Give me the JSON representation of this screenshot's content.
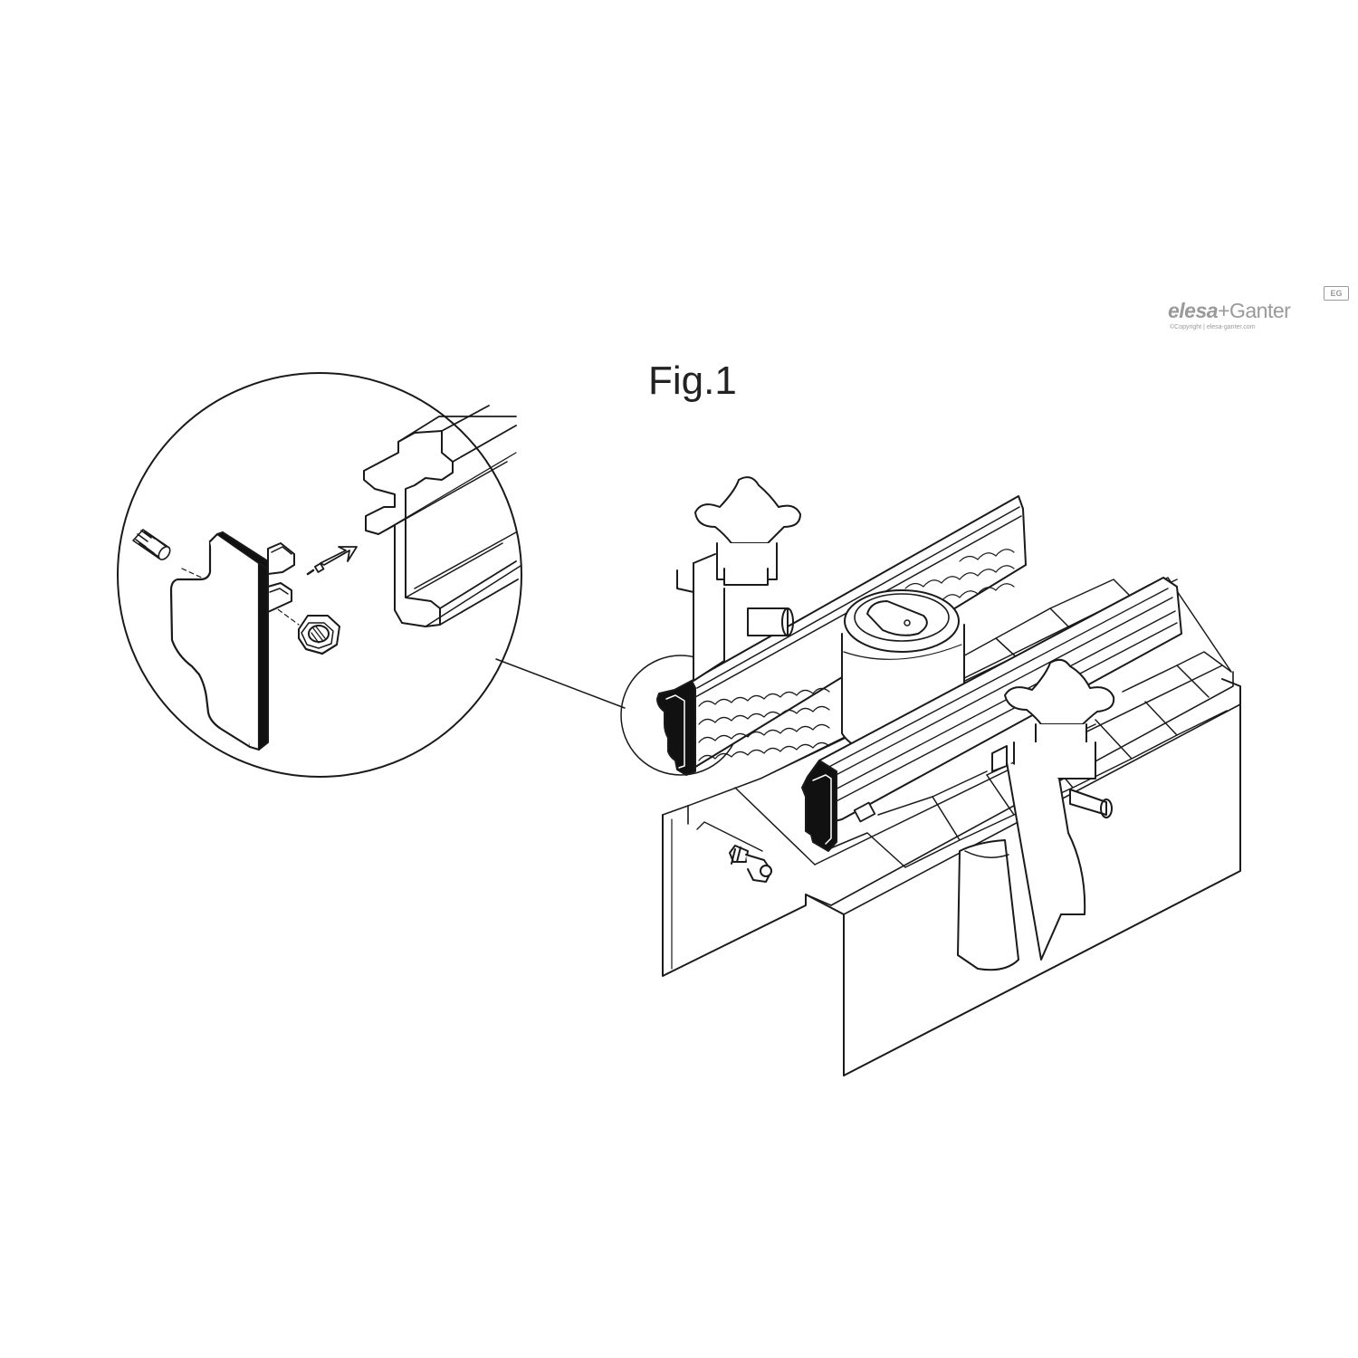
{
  "figure": {
    "title": "Fig.1"
  },
  "logo": {
    "brand_part1": "elesa",
    "brand_part2": "+Ganter",
    "copyright": "©Copyright | elesa-ganter.com",
    "badge": "EG"
  },
  "colors": {
    "line": "#1a1a1a",
    "part_fill": "#ffffff",
    "dark_part": "#111111",
    "logo_gray": "#9a9a9a"
  }
}
